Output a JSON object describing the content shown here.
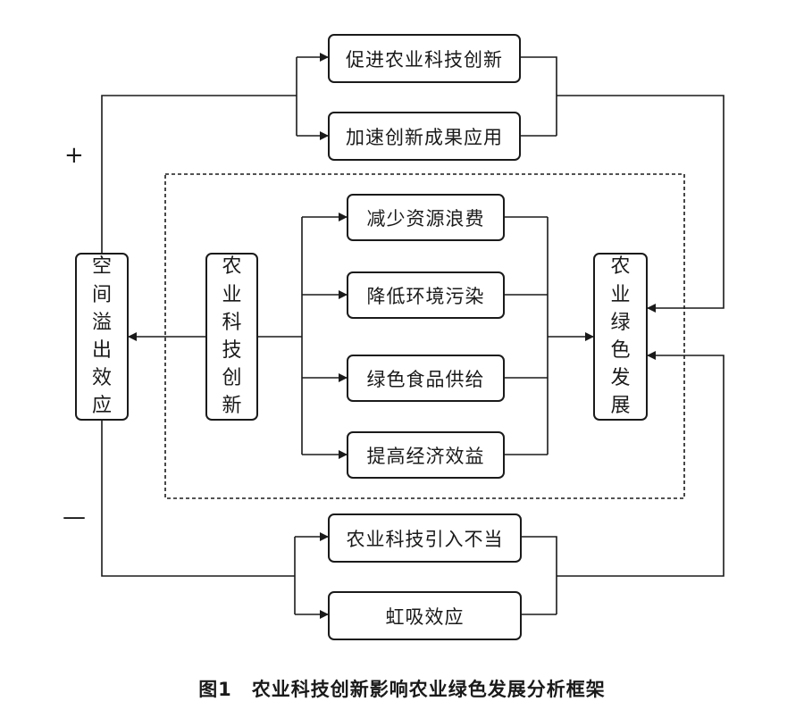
{
  "figure": {
    "caption_number": "图1",
    "caption_text": "农业科技创新影响农业绿色发展分析框架"
  },
  "nodes": {
    "left": "空间溢出效应",
    "center": "农业科技创新",
    "right": "农业绿色发展",
    "top_1": "促进农业科技创新",
    "top_2": "加速创新成果应用",
    "mid_1": "减少资源浪费",
    "mid_2": "降低环境污染",
    "mid_3": "绿色食品供给",
    "mid_4": "提高经济效益",
    "bottom_1": "农业科技引入不当",
    "bottom_2": "虹吸效应"
  },
  "signs": {
    "positive": "+",
    "negative": "—"
  },
  "colors": {
    "line": "#1a1a1a",
    "background": "#ffffff"
  }
}
